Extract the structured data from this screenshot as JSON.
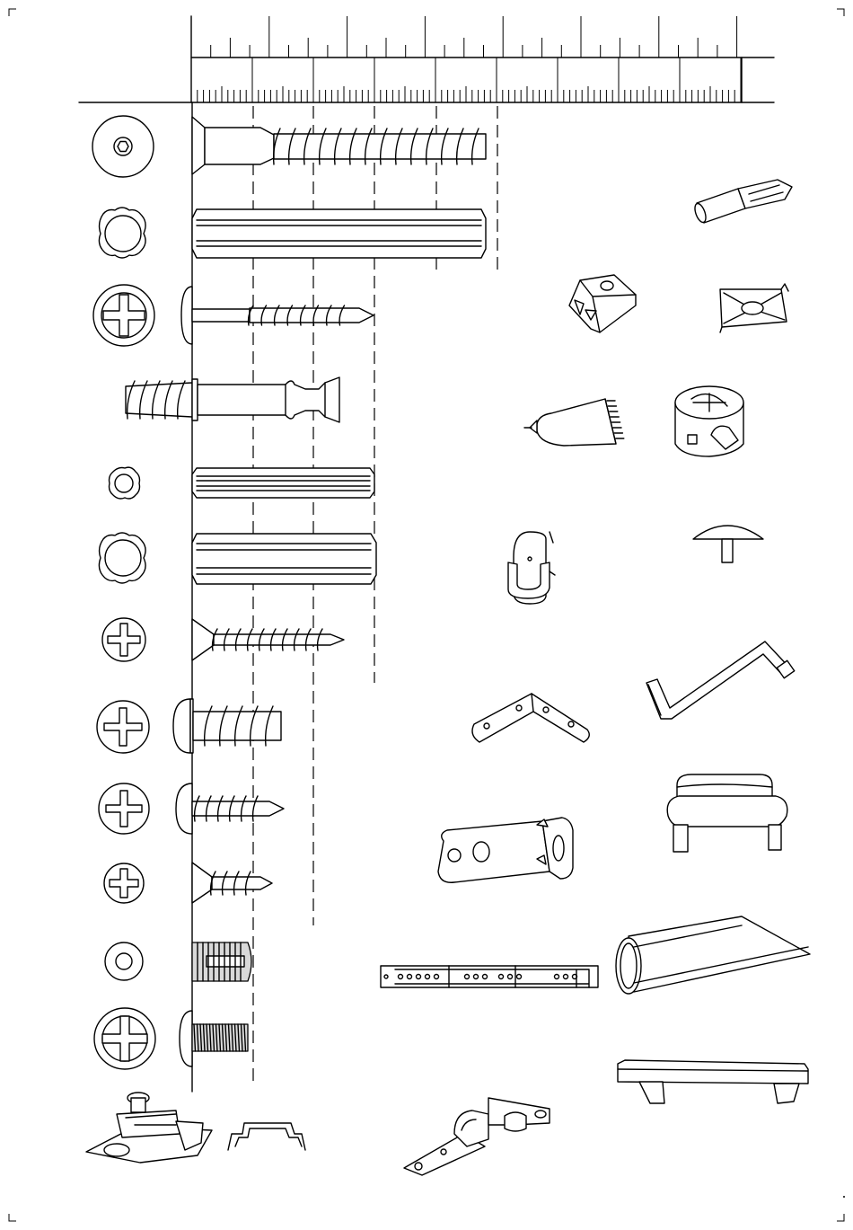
{
  "sheet": {
    "type": "hardware parts identification sheet",
    "has_text": false,
    "ruler_units": "cm / inch",
    "background": "#ffffff",
    "ink": "#000000"
  },
  "hardware_rows": [
    {
      "head": "hex-socket",
      "part": "hex-socket-screw"
    },
    {
      "head": "fluted",
      "part": "large-wooden-dowel"
    },
    {
      "head": "pozidriv",
      "part": "small-wood-screw"
    },
    {
      "head": "none",
      "part": "cam-bolt"
    },
    {
      "head": "fluted",
      "part": "small-wooden-dowel"
    },
    {
      "head": "fluted",
      "part": "medium-wooden-dowel"
    },
    {
      "head": "pozidriv",
      "part": "countersunk-wood-screw"
    },
    {
      "head": "pozidriv",
      "part": "pan-head-euro-screw"
    },
    {
      "head": "pozidriv",
      "part": "round-head-screw"
    },
    {
      "head": "pozidriv",
      "part": "short-countersunk-screw"
    },
    {
      "head": "ring",
      "part": "threaded-insert"
    },
    {
      "head": "phillips",
      "part": "machine-bolt"
    }
  ],
  "accessories": [
    "screwdriver-bit",
    "shelf-support-clip",
    "spring-plate-clip",
    "glue-tube",
    "cam-lock-fitting",
    "rail-support-bracket",
    "mushroom-peg",
    "allen-key",
    "angle-bracket",
    "handle",
    "l-bracket",
    "wardrobe-rail",
    "drawer-slide",
    "bar-handle",
    "hinge-mounting-plate",
    "hinge-cup",
    "concealed-hinge"
  ]
}
